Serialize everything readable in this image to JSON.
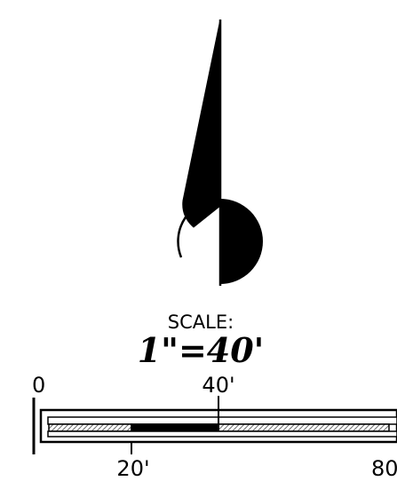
{
  "scale": {
    "heading": "SCALE:",
    "ratio": "1\"=40'"
  },
  "scale_bar": {
    "top_labels": [
      "0",
      "40'"
    ],
    "bottom_labels": [
      "20'",
      "80"
    ]
  },
  "colors": {
    "ink": "#000000",
    "hatch": "#7a7a7a",
    "paper": "#ffffff"
  }
}
